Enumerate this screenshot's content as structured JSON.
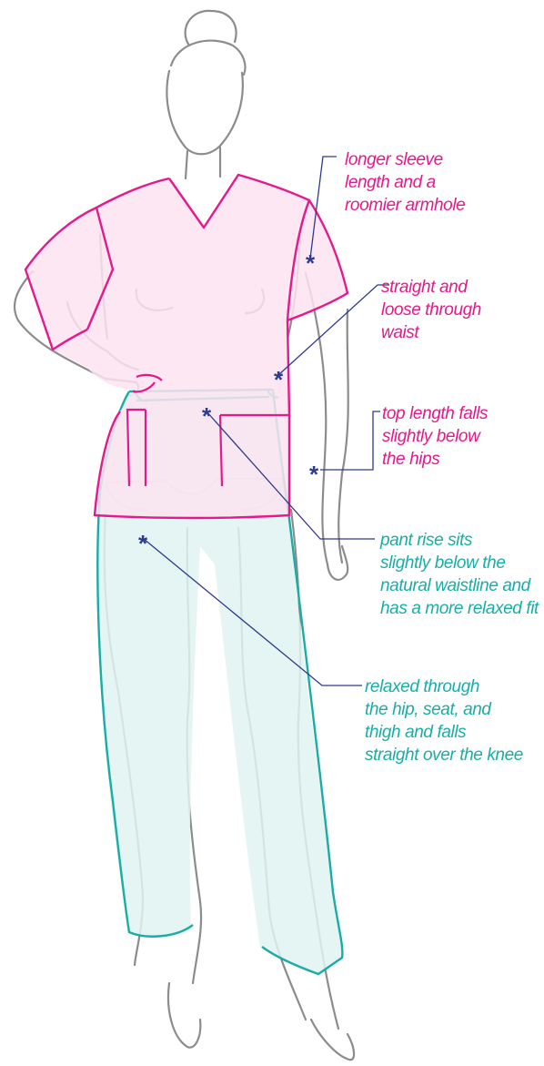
{
  "colors": {
    "top_outline": "#E6198C",
    "top_fill": "#FCE3F0",
    "pant_outline": "#1AADA6",
    "pant_fill": "#DFF3F2",
    "body_line": "#8C8C8C",
    "marker": "#2E3A8C"
  },
  "markers": {
    "glyph": "*"
  },
  "callouts": [
    {
      "id": "sleeve",
      "color": "top_outline",
      "lines": [
        "longer sleeve",
        "length and a",
        "roomier armhole"
      ]
    },
    {
      "id": "waist",
      "color": "top_outline",
      "lines": [
        "straight and",
        "loose through",
        "waist"
      ]
    },
    {
      "id": "top-length",
      "color": "top_outline",
      "lines": [
        "top length falls",
        "slightly below",
        "the hips"
      ]
    },
    {
      "id": "pant-rise",
      "color": "pant_outline",
      "lines": [
        "pant rise sits",
        "slightly below the",
        "natural waistline and",
        "has a more relaxed fit"
      ]
    },
    {
      "id": "pant-fit",
      "color": "pant_outline",
      "lines": [
        "relaxed through",
        "the hip, seat, and",
        "thigh and falls",
        "straight over the knee"
      ]
    }
  ]
}
